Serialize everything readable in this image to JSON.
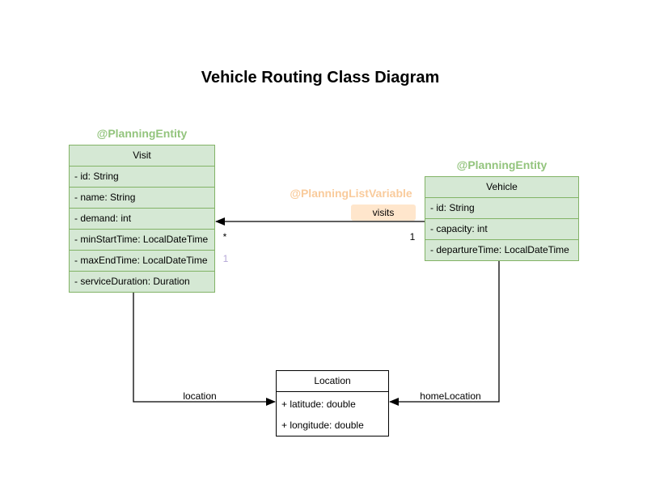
{
  "title": "Vehicle Routing Class Diagram",
  "classes": {
    "visit": {
      "annotation": "@PlanningEntity",
      "name": "Visit",
      "attributes": [
        "- id: String",
        "- name: String",
        "- demand: int",
        "- minStartTime: LocalDateTime",
        "- maxEndTime: LocalDateTime",
        "- serviceDuration: Duration"
      ]
    },
    "vehicle": {
      "annotation": "@PlanningEntity",
      "name": "Vehicle",
      "attributes": [
        "- id: String",
        "- capacity: int",
        "- departureTime: LocalDateTime"
      ]
    },
    "location": {
      "name": "Location",
      "attributes": [
        "+ latitude: double",
        "+ longitude: double"
      ]
    }
  },
  "edges": {
    "visits": {
      "annotation": "@PlanningListVariable",
      "label": "visits",
      "multiplicity_visit_side": "*",
      "multiplicity_vehicle_side": "1",
      "stale_multiplicity": "1"
    },
    "visit_location": {
      "label": "location"
    },
    "vehicle_location": {
      "label": "homeLocation"
    }
  },
  "colors": {
    "class_fill_green": "#d5e8d4",
    "class_stroke_green": "#82b366",
    "annotation_green": "#93c47d",
    "annotation_orange": "#f9cb9c",
    "label_bg_orange": "#ffe6cc",
    "stale_multiplicity_purple": "#b4a7d6",
    "line_black": "#000000"
  }
}
